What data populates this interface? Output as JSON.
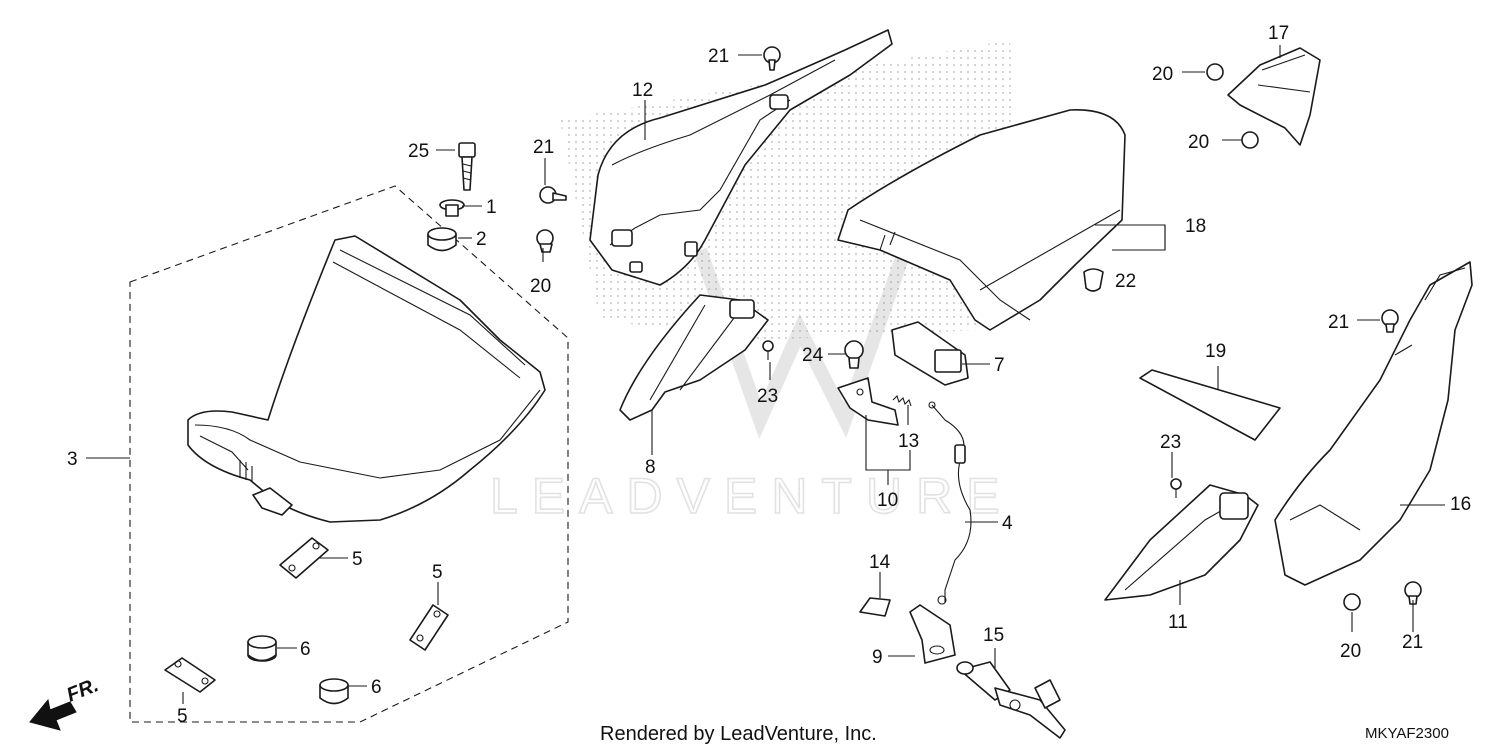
{
  "watermark": "LEADVENTURE",
  "credit": "Rendered by LeadVenture, Inc.",
  "diagram_code": "MKYAF2300",
  "direction_label": "FR.",
  "callouts": [
    {
      "id": "c21a",
      "text": "21"
    },
    {
      "id": "c12",
      "text": "12"
    },
    {
      "id": "c21b",
      "text": "21"
    },
    {
      "id": "c20a",
      "text": "20"
    },
    {
      "id": "c25",
      "text": "25"
    },
    {
      "id": "c1",
      "text": "1"
    },
    {
      "id": "c2",
      "text": "2"
    },
    {
      "id": "c3",
      "text": "3"
    },
    {
      "id": "c5a",
      "text": "5"
    },
    {
      "id": "c5b",
      "text": "5"
    },
    {
      "id": "c5c",
      "text": "5"
    },
    {
      "id": "c6a",
      "text": "6"
    },
    {
      "id": "c6b",
      "text": "6"
    },
    {
      "id": "c8",
      "text": "8"
    },
    {
      "id": "c23a",
      "text": "23"
    },
    {
      "id": "c24",
      "text": "24"
    },
    {
      "id": "c7",
      "text": "7"
    },
    {
      "id": "c13",
      "text": "13"
    },
    {
      "id": "c10",
      "text": "10"
    },
    {
      "id": "c4",
      "text": "4"
    },
    {
      "id": "c14",
      "text": "14"
    },
    {
      "id": "c9",
      "text": "9"
    },
    {
      "id": "c15",
      "text": "15"
    },
    {
      "id": "c18",
      "text": "18"
    },
    {
      "id": "c22",
      "text": "22"
    },
    {
      "id": "c17",
      "text": "17"
    },
    {
      "id": "c20b",
      "text": "20"
    },
    {
      "id": "c20c",
      "text": "20"
    },
    {
      "id": "c19",
      "text": "19"
    },
    {
      "id": "c21c",
      "text": "21"
    },
    {
      "id": "c16",
      "text": "16"
    },
    {
      "id": "c23b",
      "text": "23"
    },
    {
      "id": "c11",
      "text": "11"
    },
    {
      "id": "c20d",
      "text": "20"
    },
    {
      "id": "c21d",
      "text": "21"
    }
  ]
}
